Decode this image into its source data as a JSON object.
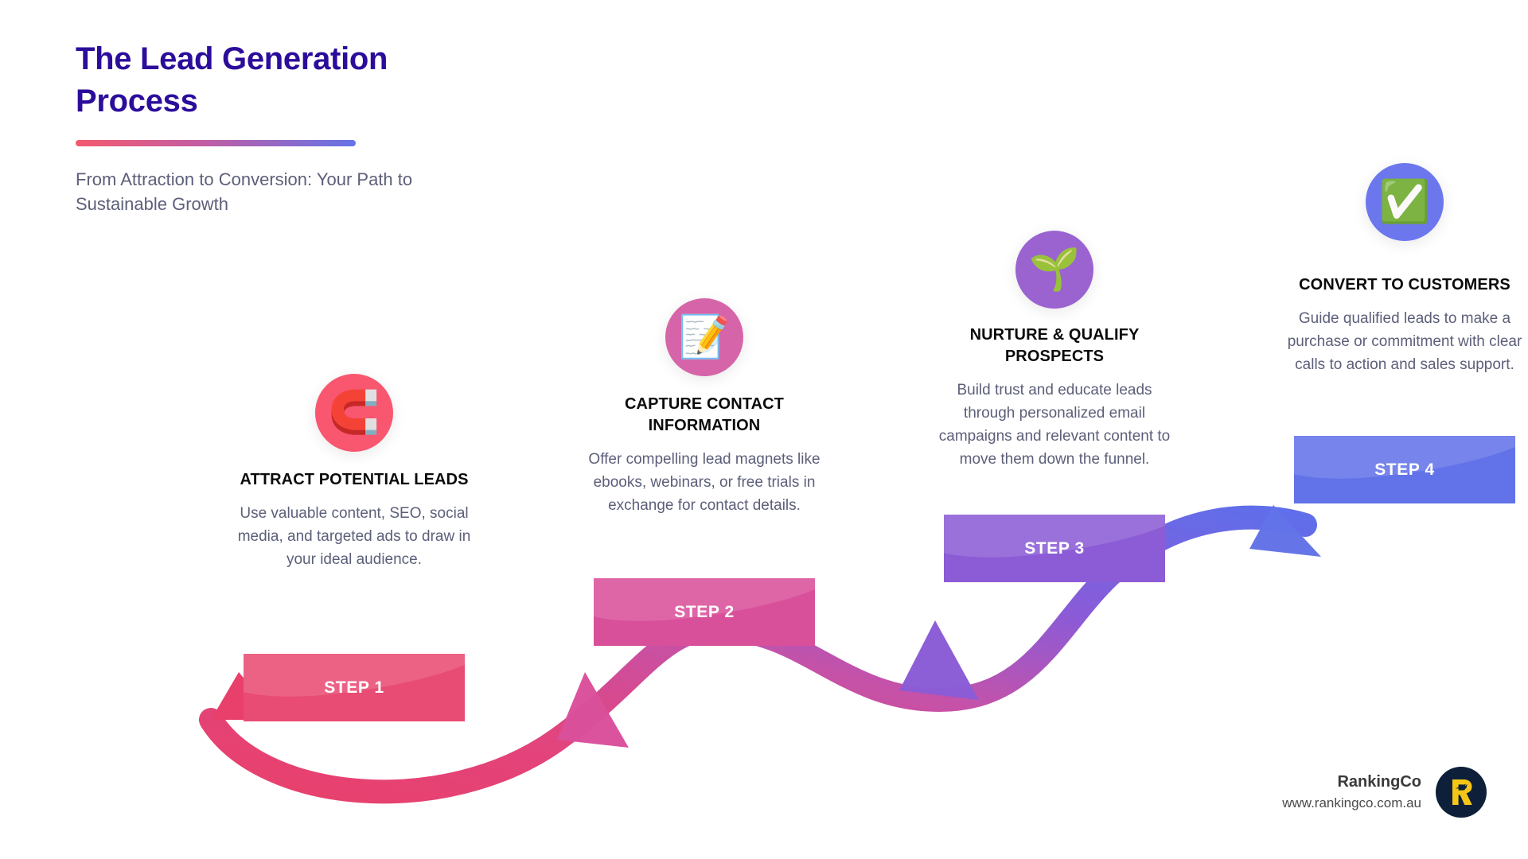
{
  "header": {
    "title_line1": "The Lead Generation",
    "title_line2": "Process",
    "subtitle": "From Attraction to Conversion: Your Path to Sustainable Growth",
    "title_color": "#2C0D9B",
    "divider_gradient_from": "#F4596F",
    "divider_gradient_to": "#6473E8"
  },
  "steps": [
    {
      "banner_label": "STEP 1",
      "title": "ATTRACT POTENTIAL LEADS",
      "description": "Use valuable content, SEO, social media, and targeted ads to draw in your ideal audience.",
      "icon": "magnet-icon",
      "icon_glyph": "🧲",
      "circle_color": "#F9566F",
      "banner_color": "#E84B73"
    },
    {
      "banner_label": "STEP 2",
      "title": "CAPTURE CONTACT INFORMATION",
      "description": "Offer compelling lead magnets like ebooks, webinars, or free trials in exchange for contact details.",
      "icon": "memo-icon",
      "icon_glyph": "📝",
      "circle_color": "#D664A8",
      "banner_color": "#D9509A"
    },
    {
      "banner_label": "STEP 3",
      "title": "NURTURE & QUALIFY PROSPECTS",
      "description": "Build trust and educate leads through personalized email campaigns and relevant content to move them down the funnel.",
      "icon": "seedling-icon",
      "icon_glyph": "🌱",
      "circle_color": "#9B63D0",
      "banner_color": "#8B5CD6"
    },
    {
      "banner_label": "STEP 4",
      "title": "CONVERT TO CUSTOMERS",
      "description": "Guide qualified leads to make a purchase or commitment with clear calls to action and sales support.",
      "icon": "check-mark-button-icon",
      "icon_glyph": "✅",
      "circle_color": "#6C77EE",
      "banner_color": "#6272E8"
    }
  ],
  "footer": {
    "brand_name": "RankingCo",
    "brand_url": "www.rankingco.com.au",
    "logo_letter": "R",
    "logo_bg_color": "#0E2039",
    "logo_fg_color": "#F5C518"
  }
}
